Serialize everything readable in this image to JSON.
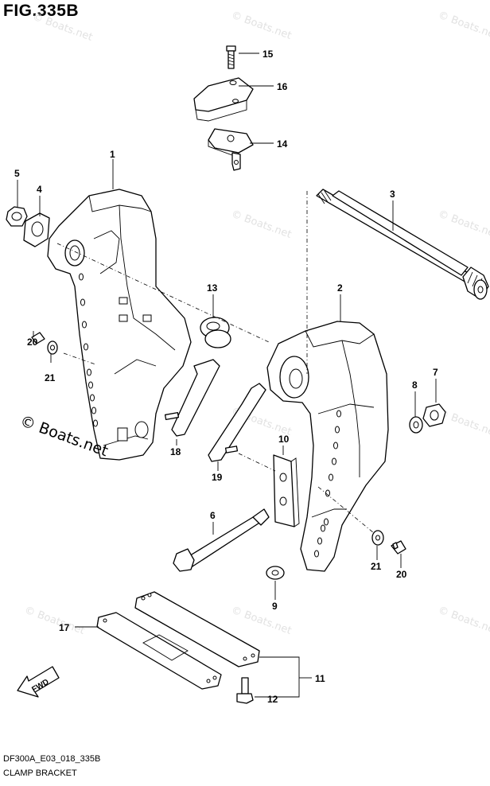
{
  "figure": {
    "title": "FIG.335B",
    "drawing_code": "DF300A_E03_018_335B",
    "caption": "CLAMP BRACKET"
  },
  "watermark": {
    "text": "© Boats.net",
    "prominent_text": "© Boats.net"
  },
  "direction_badge": {
    "label": "FWD",
    "icon": "forward-arrow-icon"
  },
  "callouts": [
    "1",
    "2",
    "3",
    "4",
    "5",
    "6",
    "7",
    "8",
    "9",
    "10",
    "11",
    "12",
    "13",
    "14",
    "15",
    "16",
    "17",
    "18",
    "19",
    "20",
    "21",
    "20",
    "21"
  ]
}
